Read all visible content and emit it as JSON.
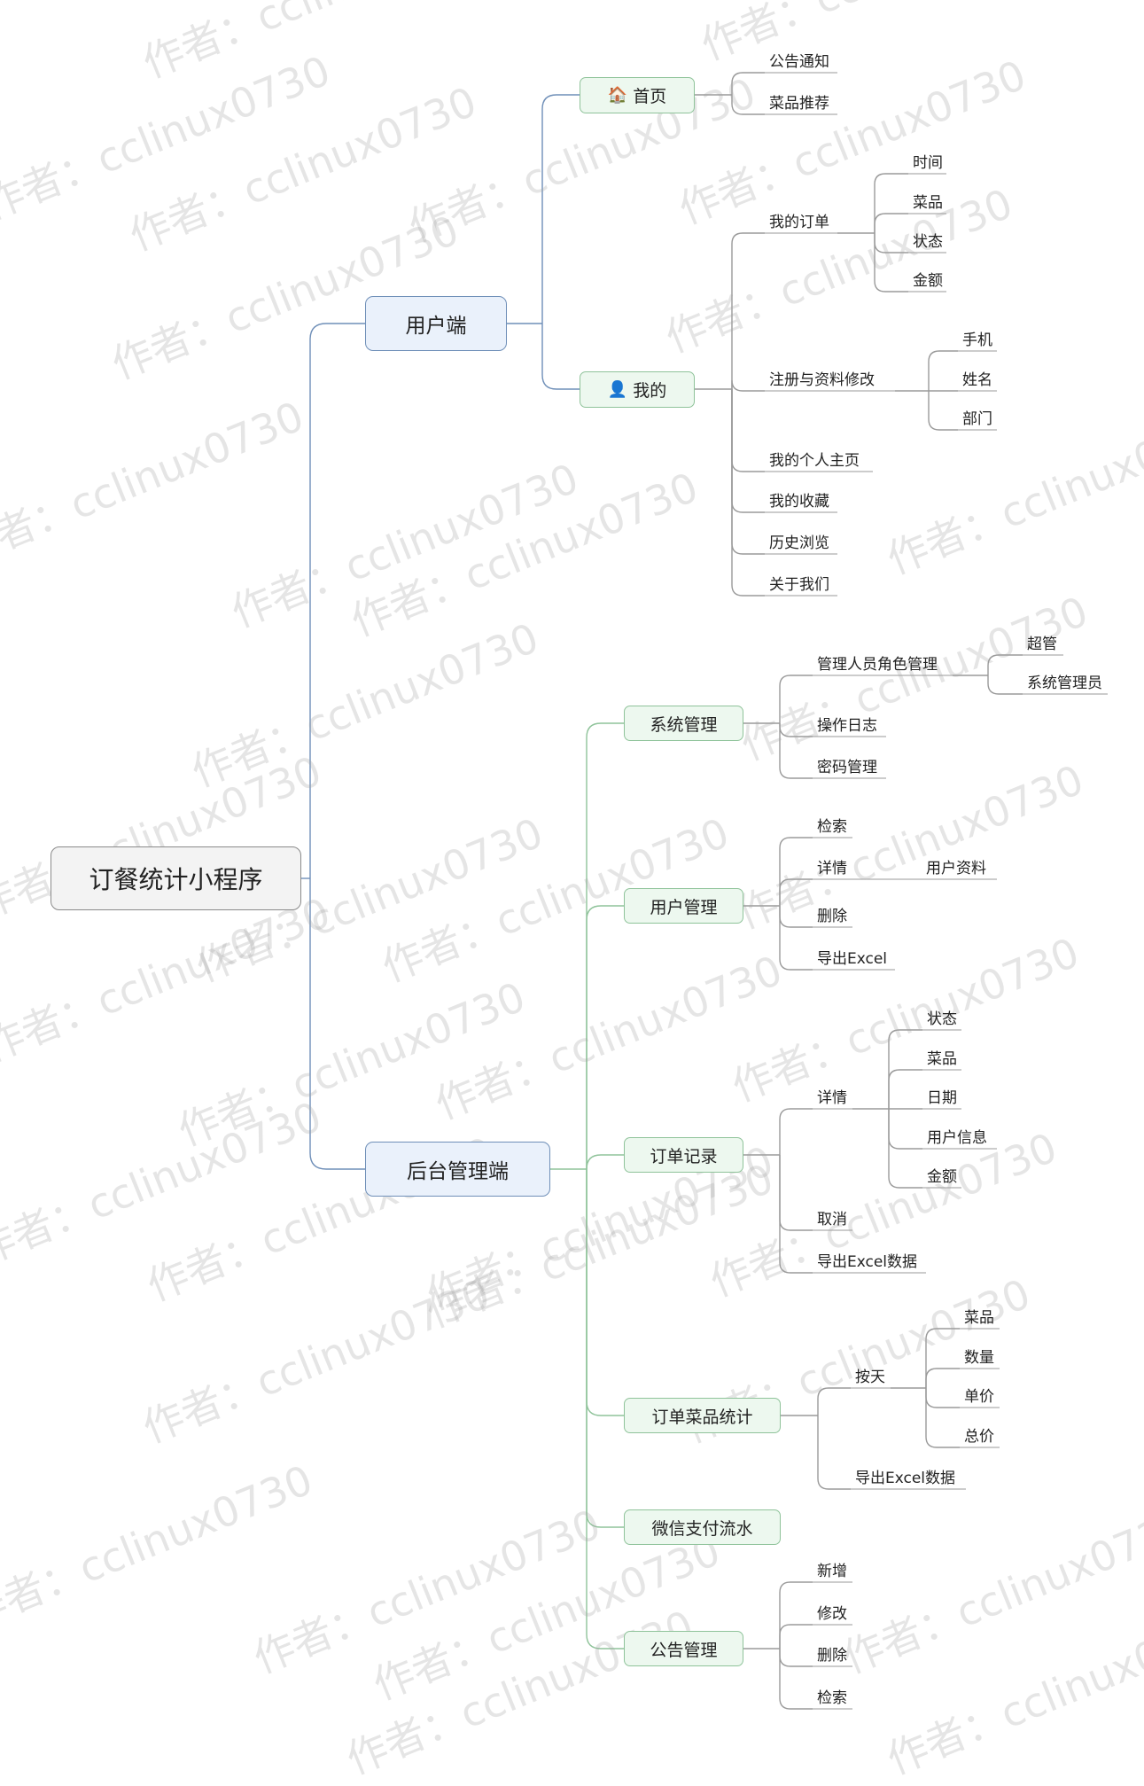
{
  "root": "订餐统计小程序",
  "user_client": {
    "label": "用户端",
    "home": {
      "icon": "house-icon",
      "label": "首页",
      "children": [
        "公告通知",
        "菜品推荐"
      ]
    },
    "mine": {
      "icon": "person-icon",
      "label": "我的",
      "my_orders": {
        "label": "我的订单",
        "children": [
          "时间",
          "菜品",
          "状态",
          "金额"
        ]
      },
      "register": {
        "label": "注册与资料修改",
        "children": [
          "手机",
          "姓名",
          "部门"
        ]
      },
      "others": [
        "我的个人主页",
        "我的收藏",
        "历史浏览",
        "关于我们"
      ]
    }
  },
  "admin_client": {
    "label": "后台管理端",
    "system": {
      "label": "系统管理",
      "role_mgmt": {
        "label": "管理人员角色管理",
        "children": [
          "超管",
          "系统管理员"
        ]
      },
      "others": [
        "操作日志",
        "密码管理"
      ]
    },
    "users": {
      "label": "用户管理",
      "search": "检索",
      "detail": {
        "label": "详情",
        "children": [
          "用户资料"
        ]
      },
      "others": [
        "删除",
        "导出Excel"
      ]
    },
    "orders": {
      "label": "订单记录",
      "detail": {
        "label": "详情",
        "children": [
          "状态",
          "菜品",
          "日期",
          "用户信息",
          "金额"
        ]
      },
      "others": [
        "取消",
        "导出Excel数据"
      ]
    },
    "dish_stats": {
      "label": "订单菜品统计",
      "by_day": {
        "label": "按天",
        "children": [
          "菜品",
          "数量",
          "单价",
          "总价"
        ]
      },
      "others": [
        "导出Excel数据"
      ]
    },
    "wechat_pay": {
      "label": "微信支付流水"
    },
    "notices": {
      "label": "公告管理",
      "children": [
        "新增",
        "修改",
        "删除",
        "检索"
      ]
    }
  },
  "watermark": "作者：cclinux0730",
  "colors": {
    "root_border": "#8a8a8a",
    "l1_border": "#6f8fb8",
    "l1_fill": "#eaf1fb",
    "l2_border": "#8fc39a",
    "l2_fill": "#edf8ef",
    "line_blue": "#6f8fb8",
    "line_green": "#8fc39a",
    "line_gray": "#9a9a9a"
  }
}
